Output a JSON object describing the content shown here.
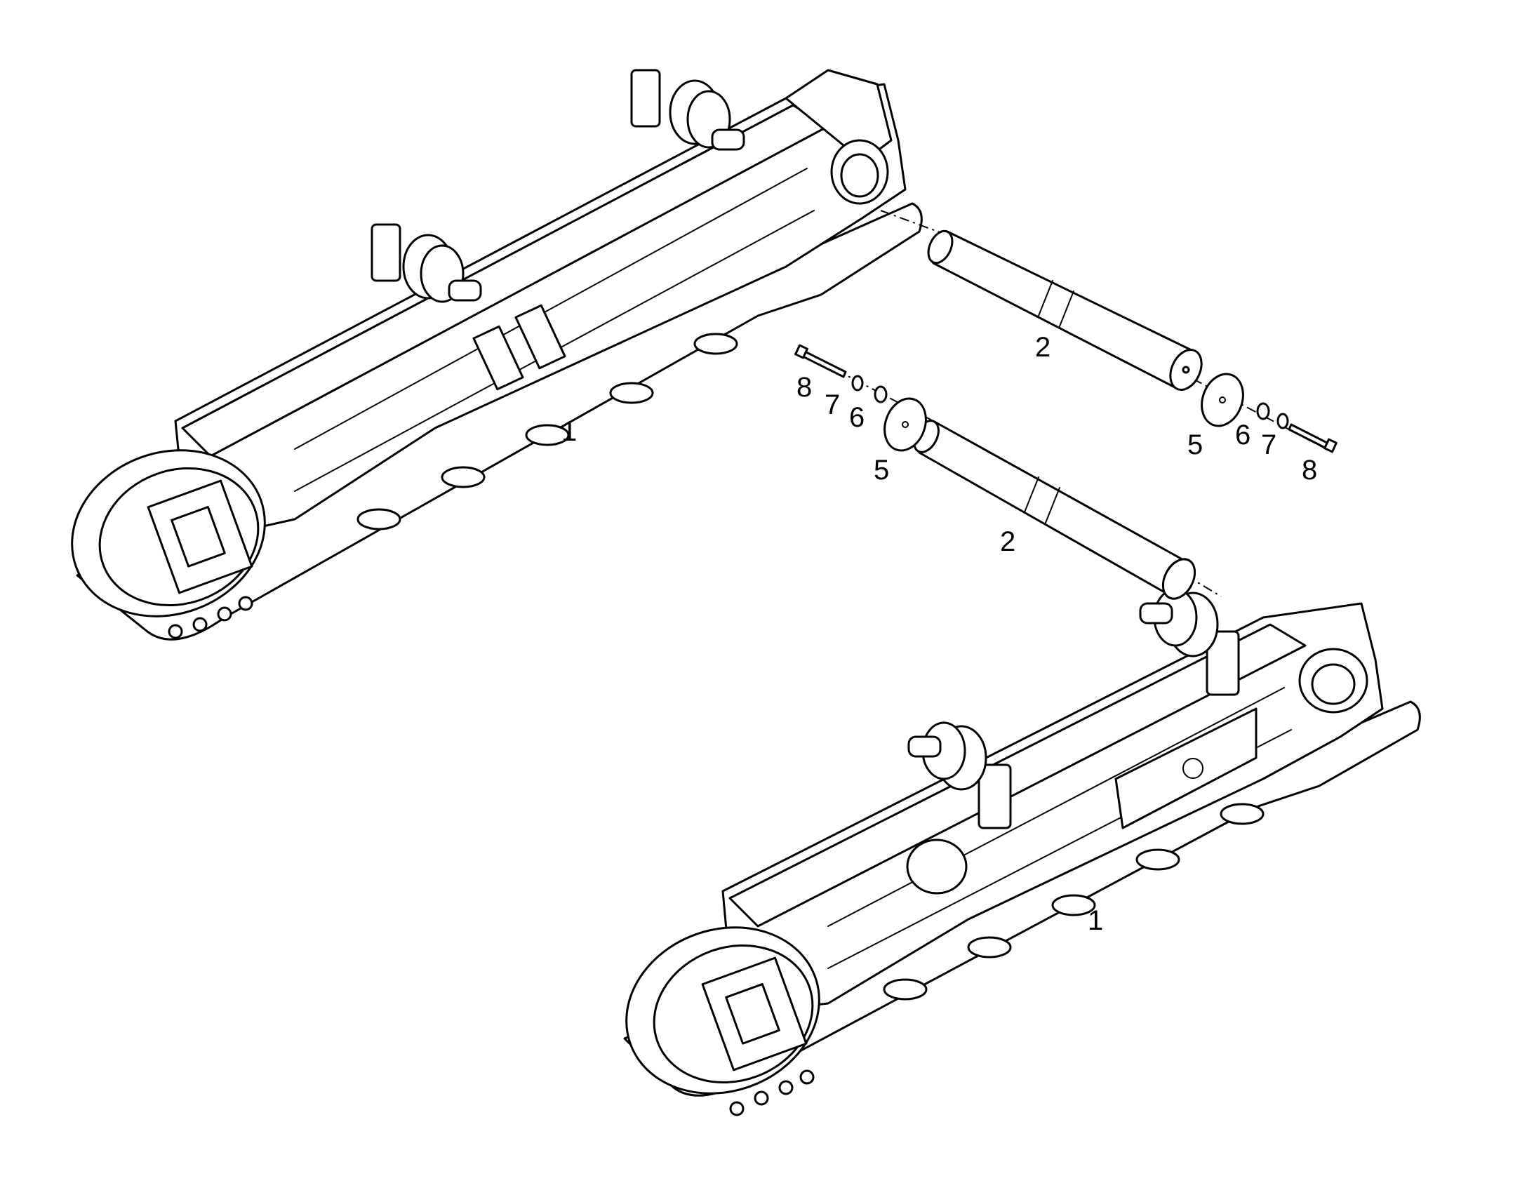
{
  "callouts": {
    "frame_upper": "1",
    "frame_lower": "1",
    "shaft_upper": "2",
    "shaft_lower": "2",
    "cap_right": "5",
    "cap_left": "5",
    "washer_left": "6",
    "washer_right": "6",
    "lockwasher_left": "7",
    "lockwasher_right": "7",
    "bolt_left": "8",
    "bolt_right": "8"
  },
  "colors": {
    "line": "#000000",
    "fill": "#ffffff"
  }
}
